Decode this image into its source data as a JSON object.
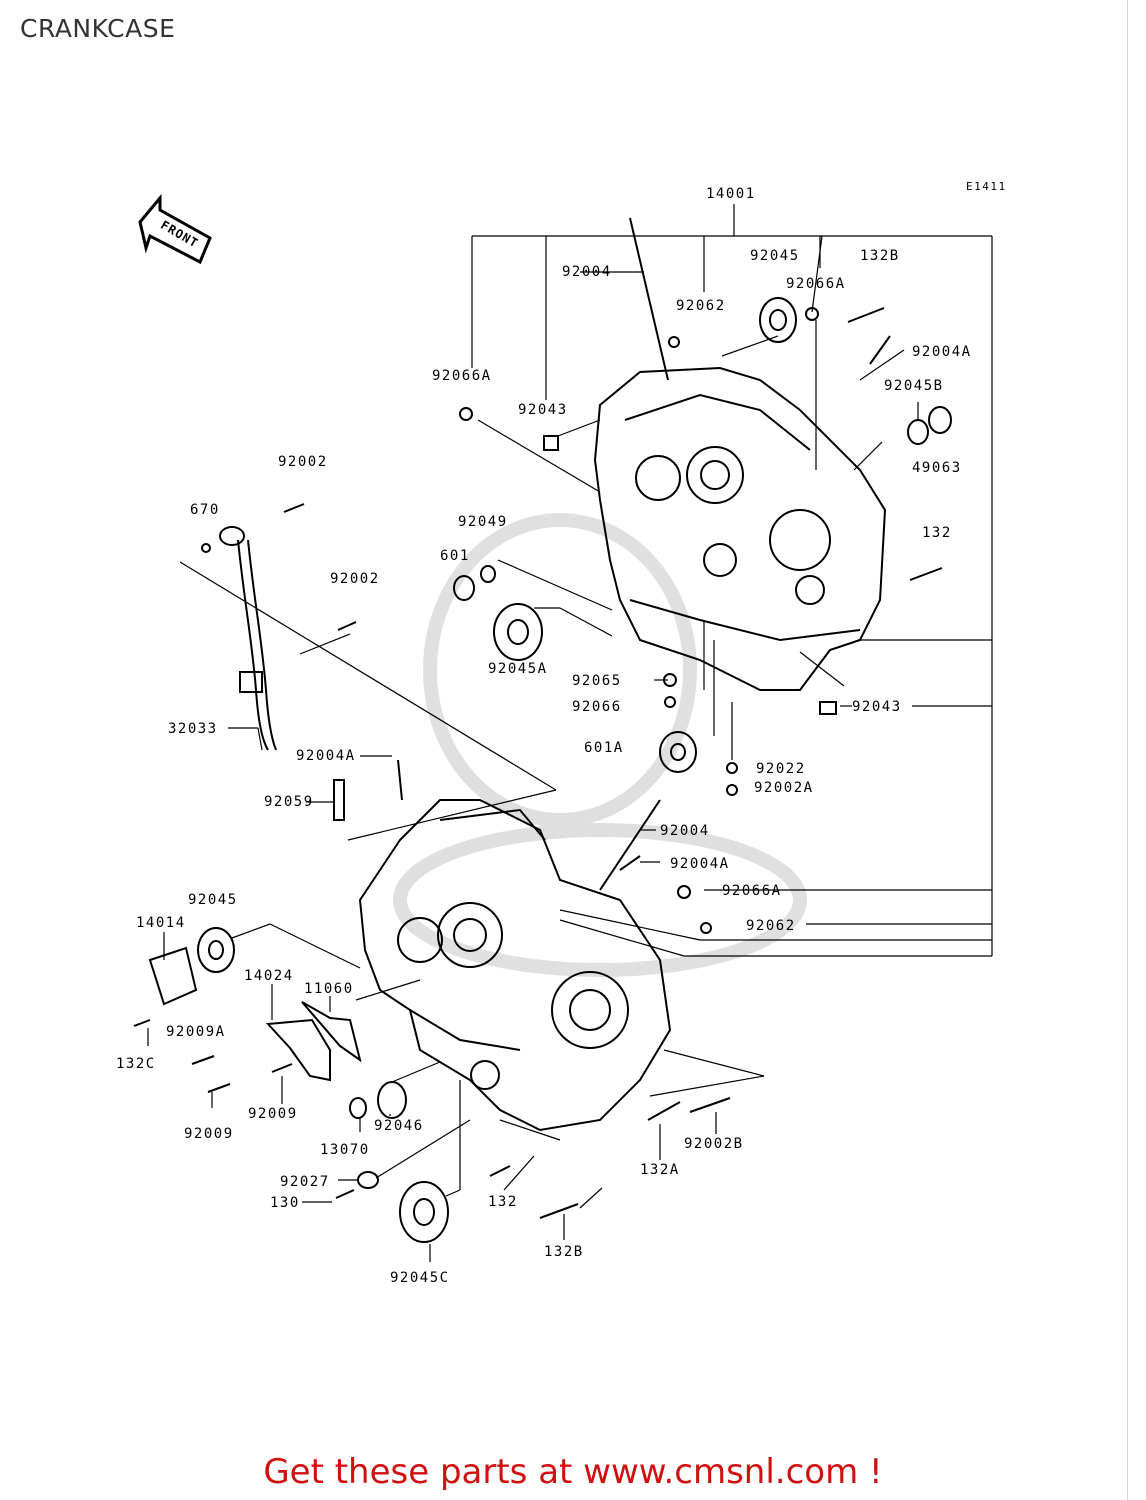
{
  "page": {
    "title": "CRANKCASE",
    "diagram_code": "E1411",
    "front_label": "FRONT",
    "footer_text": "Get these parts at www.cmsnl.com !"
  },
  "parts": {
    "p14001": "14001",
    "p92004": "92004",
    "p92062": "92062",
    "p92045": "92045",
    "p92066A": "92066A",
    "p132B": "132B",
    "p92004A": "92004A",
    "p92066A_left": "92066A",
    "p92043": "92043",
    "p92045B": "92045B",
    "p49063": "49063",
    "p92002_top": "92002",
    "p670": "670",
    "p92049": "92049",
    "p601": "601",
    "p132": "132",
    "p92002_mid": "92002",
    "p92045A": "92045A",
    "p92065": "92065",
    "p92066": "92066",
    "p92043_right": "92043",
    "p32033": "32033",
    "p601A": "601A",
    "p92004A_mid": "92004A",
    "p92022": "92022",
    "p92002A": "92002A",
    "p92059": "92059",
    "p92004_low": "92004",
    "p92004A_low": "92004A",
    "p92066A_low": "92066A",
    "p92045_low": "92045",
    "p92062_low": "92062",
    "p14014": "14014",
    "p14024": "14024",
    "p11060": "11060",
    "p92009A": "92009A",
    "p132C": "132C",
    "p92009_a": "92009",
    "p92009_b": "92009",
    "p92046": "92046",
    "p13070": "13070",
    "p132A": "132A",
    "p92002B": "92002B",
    "p92027": "92027",
    "p130": "130",
    "p132_low": "132",
    "p132B_low": "132B",
    "p92045C": "92045C"
  }
}
